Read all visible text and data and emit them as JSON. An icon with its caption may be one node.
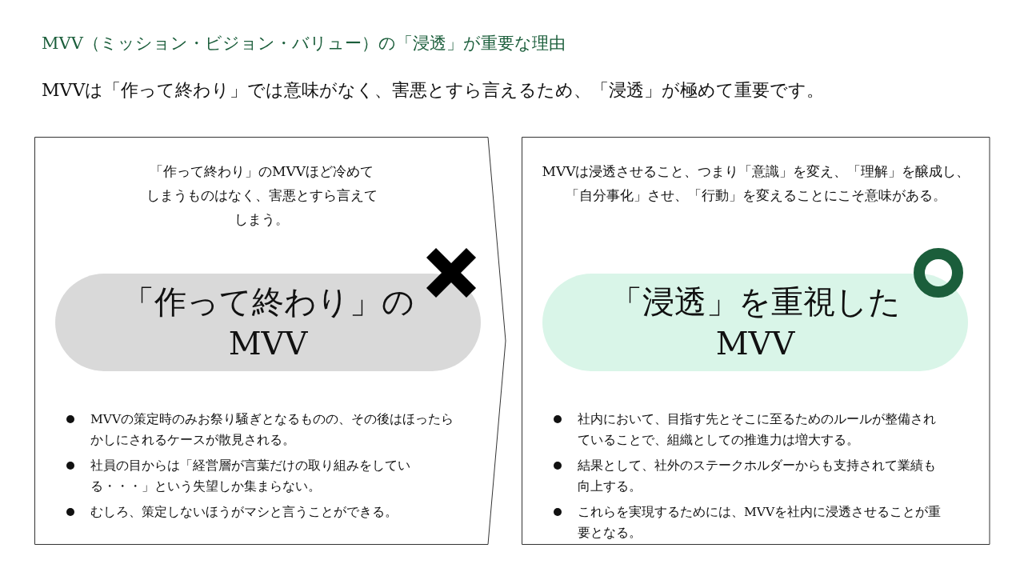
{
  "diagram": {
    "title": "MVV（ミッション・ビジョン・バリュー）の「浸透」が重要な理由",
    "nodes": [
      {
        "text": [
          "「作って終わり」のMVVほど冷めてしまうものはなく、害悪とすら言えてしまう。",
          "MVVの策定時のみお祭り騒ぎとなるものの、その後はほったらかしにされるケースが散見される。",
          "社員の目からは「経営層が言葉だけの取り組みをしている・・・」という失望しか集まらない。",
          "むしろ、策定しないほうがマシと言うことができる。"
        ]
      },
      {
        "text": [
          "「作って終わり」のMVV"
        ],
        "in": 0
      },
      {
        "text": [
          "MVVは浸透させること、つまり「意識」を変え、「理解」を醸成し、「自分事化」させ、「行動」を変えることにこそ意味がある。",
          "社内において、目指す先とそこに至るためのルールが整備されていることで、組織としての推進力は増大する。",
          "結果として、社外のステークホルダーからも支持されて業績も向上する。",
          "これらを実現するためには、MVVを社内に浸透させることが重要となる。"
        ]
      },
      {
        "text": [
          "「浸透」を重視したMVV"
        ],
        "in": 2
      }
    ],
    "edges": [],
    "labels": [
      "MVVは「作って終わり」では意味がなく、害悪とすら言えるため、「浸透」が極めて重要です。"
    ]
  }
}
